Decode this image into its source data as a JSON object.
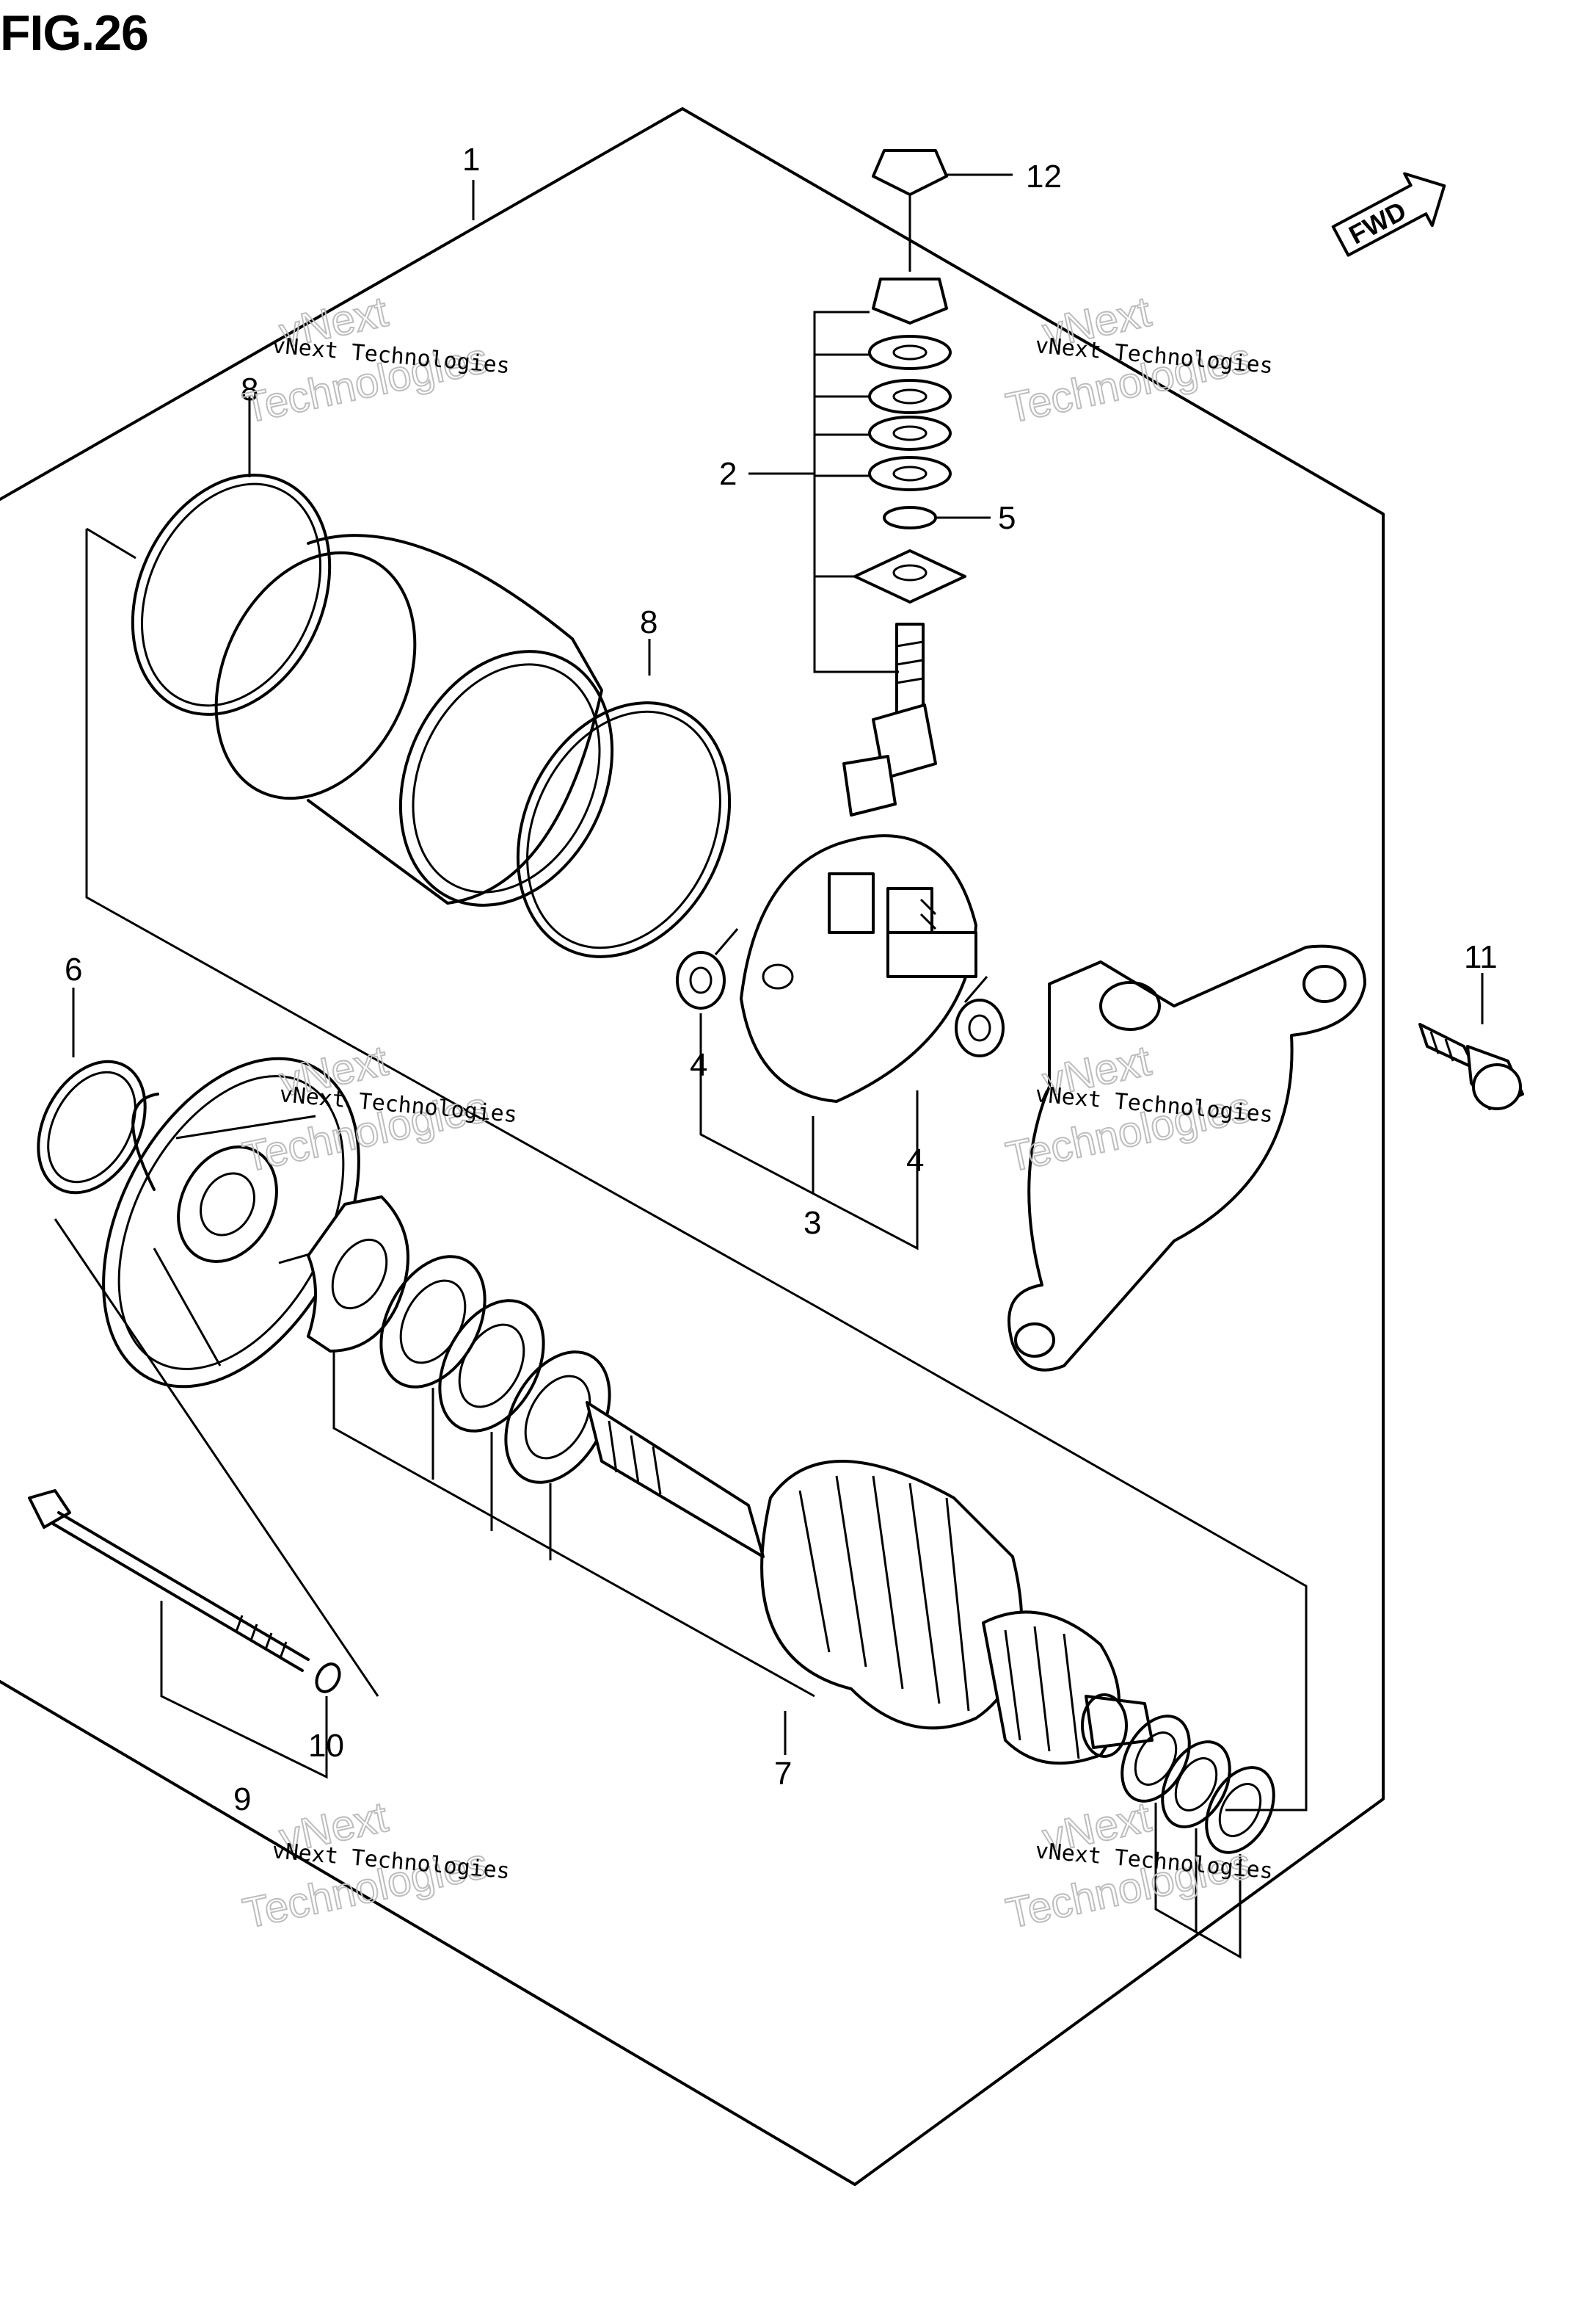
{
  "figure": {
    "title": "FIG.26",
    "direction_label": "FWD"
  },
  "parts": [
    {
      "ref": "1"
    },
    {
      "ref": "2"
    },
    {
      "ref": "3"
    },
    {
      "ref": "4"
    },
    {
      "ref": "4"
    },
    {
      "ref": "5"
    },
    {
      "ref": "6"
    },
    {
      "ref": "7"
    },
    {
      "ref": "8"
    },
    {
      "ref": "8"
    },
    {
      "ref": "9"
    },
    {
      "ref": "10"
    },
    {
      "ref": "11"
    },
    {
      "ref": "12"
    }
  ],
  "watermark": {
    "line1": "vNext Technologies",
    "big_a": "vNext",
    "big_b": "Technologies"
  },
  "icons": {
    "fwd_arrow": "fwd-arrow-icon"
  }
}
